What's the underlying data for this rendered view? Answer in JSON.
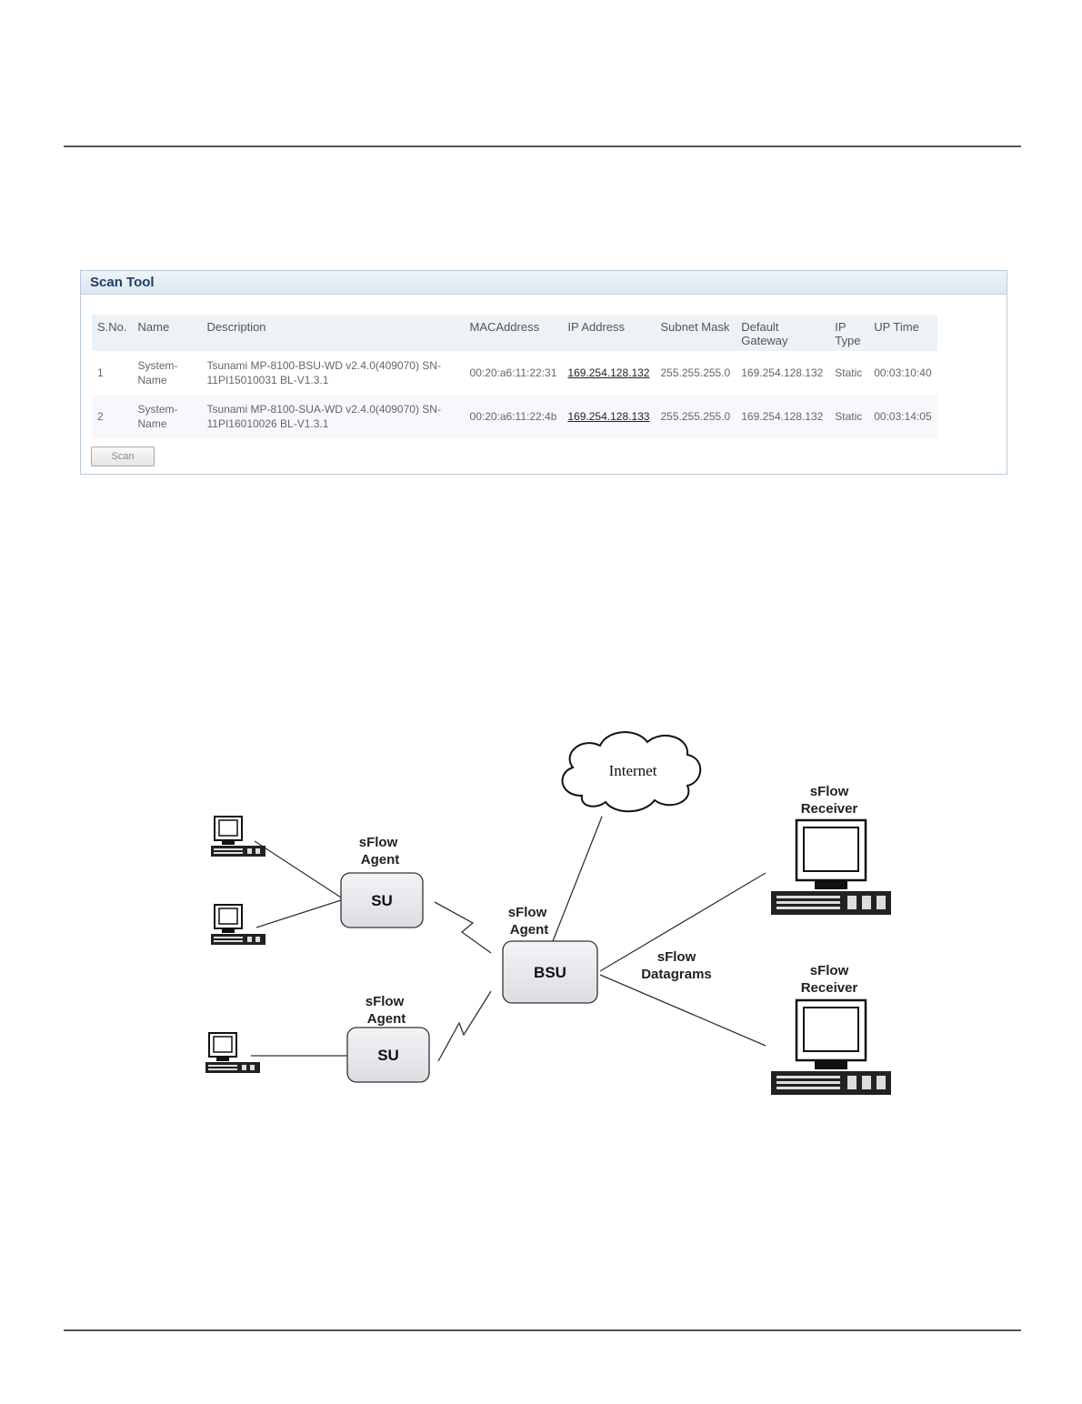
{
  "scan_tool": {
    "title": "Scan Tool",
    "columns": [
      "S.No.",
      "Name",
      "Description",
      "MACAddress",
      "IP Address",
      "Subnet Mask",
      "Default Gateway",
      "IP Type",
      "UP Time"
    ],
    "rows": [
      {
        "sno": "1",
        "name": "System-Name",
        "description": "Tsunami MP-8100-BSU-WD v2.4.0(409070) SN-11PI15010031 BL-V1.3.1",
        "mac": "00:20:a6:11:22:31",
        "ip": "169.254.128.132",
        "subnet": "255.255.255.0",
        "gateway": "169.254.128.132",
        "ip_type": "Static",
        "uptime": "00:03:10:40"
      },
      {
        "sno": "2",
        "name": "System-Name",
        "description": "Tsunami MP-8100-SUA-WD v2.4.0(409070) SN-11PI16010026 BL-V1.3.1",
        "mac": "00:20:a6:11:22:4b",
        "ip": "169.254.128.133",
        "subnet": "255.255.255.0",
        "gateway": "169.254.128.132",
        "ip_type": "Static",
        "uptime": "00:03:14:05"
      }
    ],
    "scan_button": "Scan"
  },
  "diagram": {
    "internet": "Internet",
    "su_label": "SU",
    "bsu_label": "BSU",
    "agent_line1": "sFlow",
    "agent_line2": "Agent",
    "receiver_line1": "sFlow",
    "receiver_line2": "Receiver",
    "datagrams_line1": "sFlow",
    "datagrams_line2": "Datagrams"
  }
}
